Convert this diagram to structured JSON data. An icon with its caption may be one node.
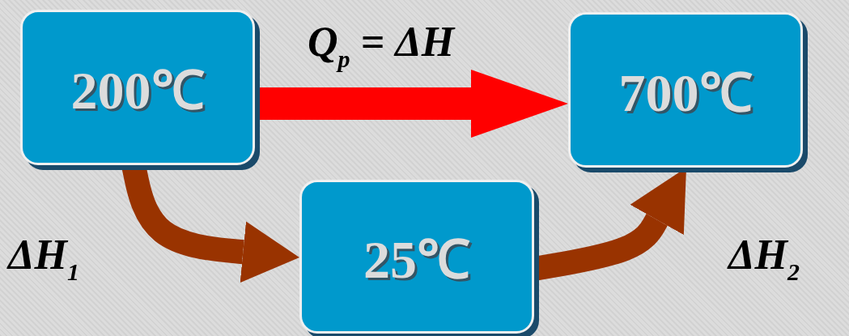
{
  "diagram": {
    "nodes": [
      {
        "text": [
          "200℃"
        ]
      },
      {
        "text": [
          "700℃"
        ]
      },
      {
        "text": [
          "25℃"
        ]
      }
    ],
    "edges": [
      {
        "from": 0,
        "to": 1,
        "arrow": "to",
        "label": "Q$_{p}$ = ΔH",
        "color": "#ff0000"
      },
      {
        "from": 0,
        "to": 2,
        "arrow": "to",
        "label": "ΔH$_{1}$",
        "color": "#993300"
      },
      {
        "from": 2,
        "to": 1,
        "arrow": "to",
        "label": "ΔH$_{2}$",
        "color": "#993300"
      }
    ]
  }
}
